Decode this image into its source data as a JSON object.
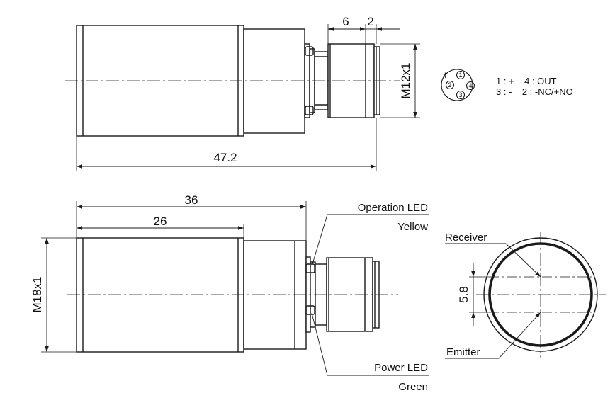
{
  "top_view": {
    "dim_overall": "47.2",
    "dim_connector_a": "6",
    "dim_connector_b": "2",
    "thread_connector": "M12x1"
  },
  "pinout": {
    "pin_numbers": [
      "1",
      "2",
      "3",
      "4"
    ],
    "line1": "1 : +    4 : OUT",
    "line2": "3 : -    2 : -NC/+NO"
  },
  "side_view": {
    "dim_body": "36",
    "dim_thread": "26",
    "thread_body": "M18x1",
    "operation_led": "Operation LED",
    "operation_led_color": "Yellow",
    "power_led": "Power LED",
    "power_led_color": "Green"
  },
  "front_view": {
    "receiver": "Receiver",
    "emitter": "Emitter",
    "spacing": "5.8"
  },
  "colors": {
    "line": "#1a1a1a",
    "fill": "#ffffff"
  }
}
